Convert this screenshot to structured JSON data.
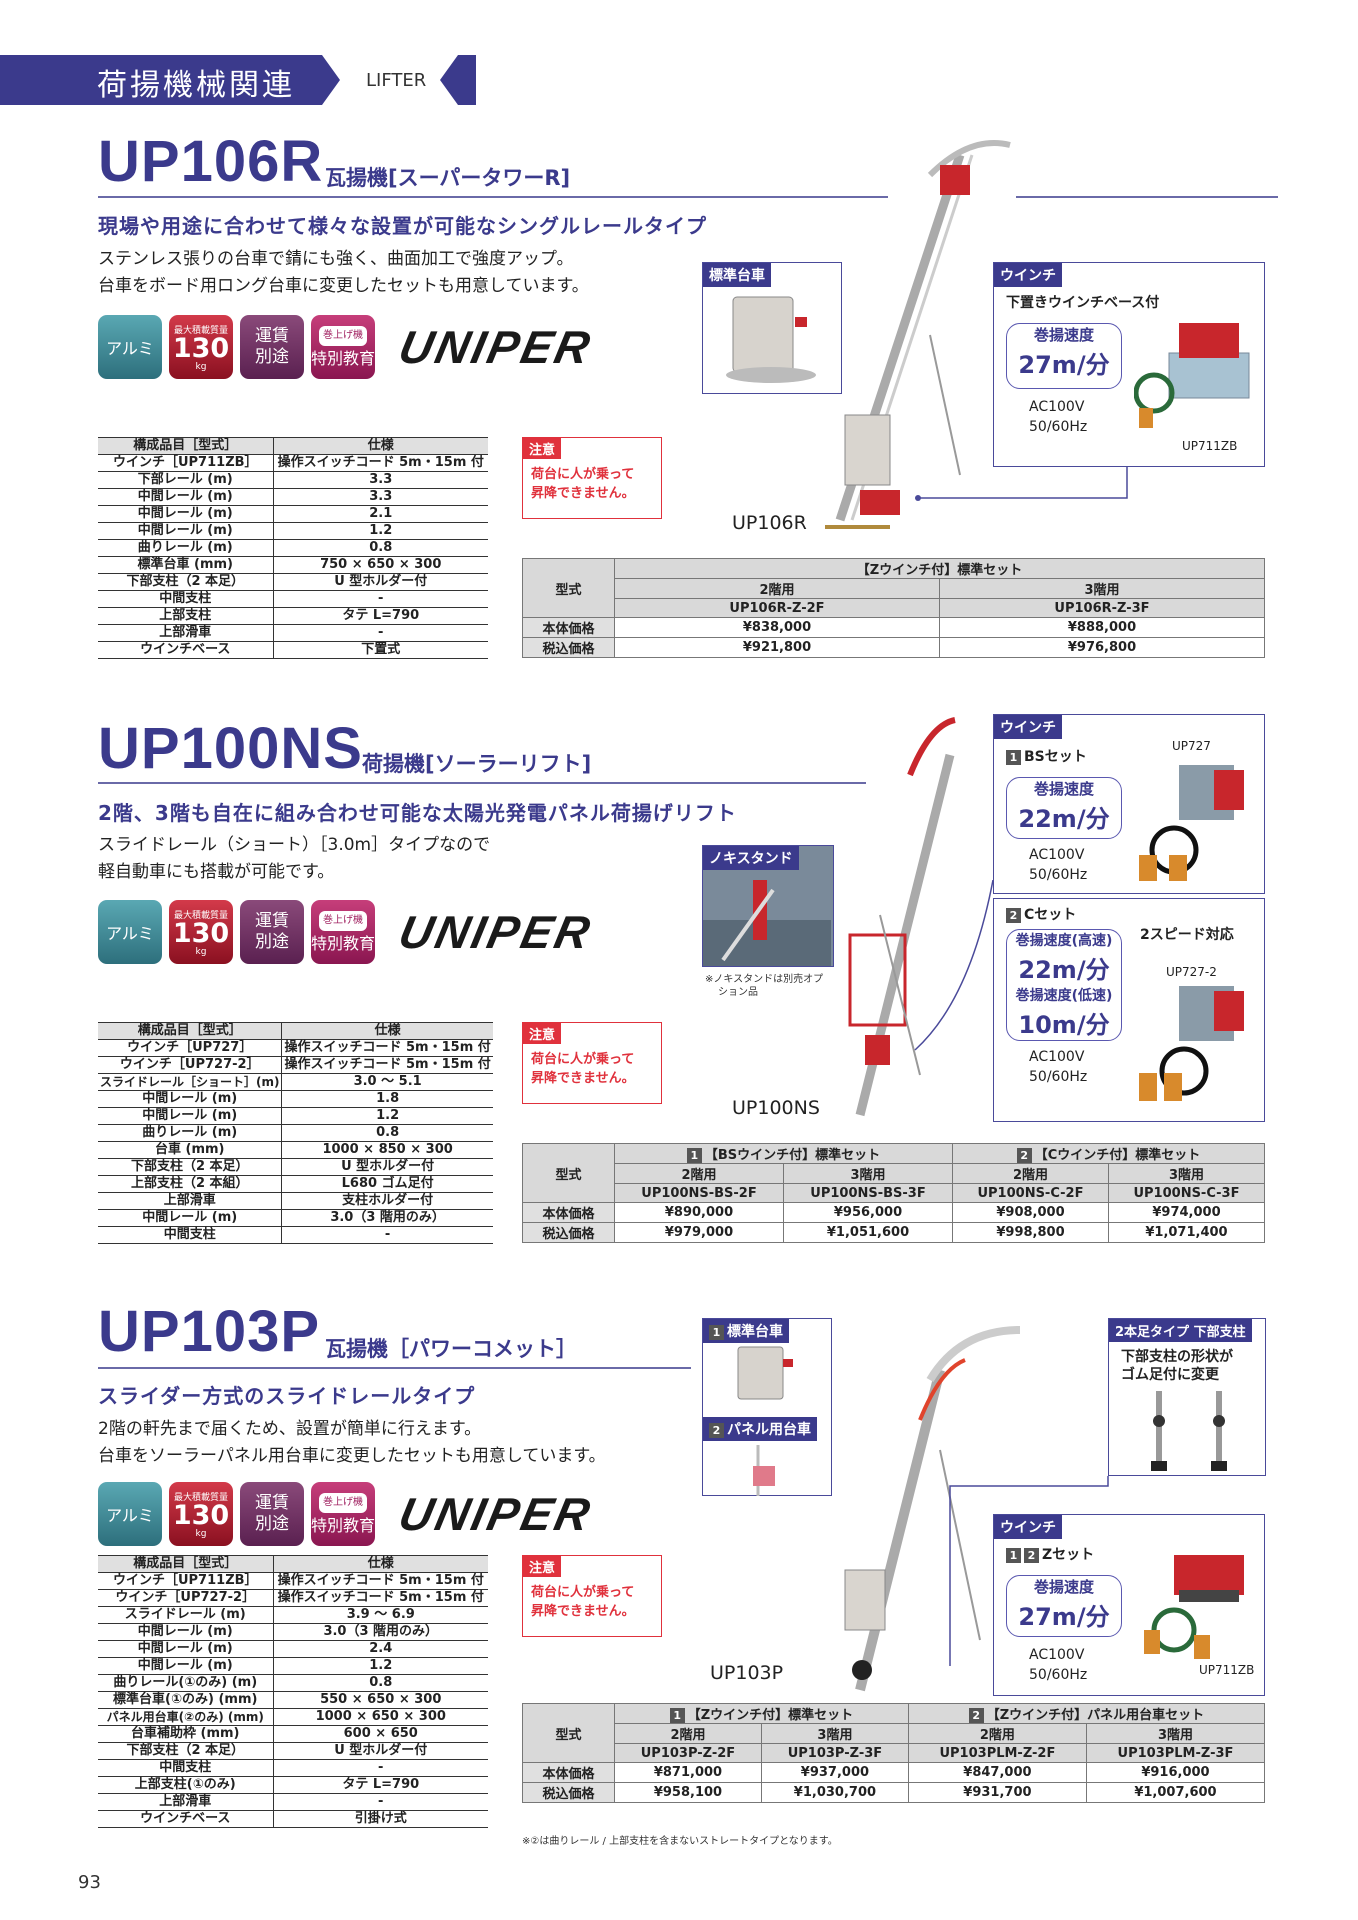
{
  "header": {
    "category": "荷揚機械関連",
    "english": "LIFTER"
  },
  "badges": {
    "alu": "アルミ",
    "weight_label": "最大積載質量",
    "weight_value": "130",
    "weight_unit": "kg",
    "ship1": "運賃",
    "ship2": "別途",
    "edu_tag": "巻上げ機",
    "edu": "特別教育",
    "logo": "UNIPER"
  },
  "note": {
    "head": "注意",
    "text1": "荷台に人が乗って",
    "text2": "昇降できません。"
  },
  "spec_headers": {
    "item": "構成品目［型式］",
    "spec": "仕様"
  },
  "price_labels": {
    "model": "型式",
    "base": "本体価格",
    "tax": "税込価格",
    "f2": "2階用",
    "f3": "3階用"
  },
  "s1": {
    "model": "UP106R",
    "sub": "瓦揚機[スーパータワーR]",
    "tagline": "現場や用途に合わせて様々な設置が可能なシングルレールタイプ",
    "desc1": "ステンレス張りの台車で錆にも強く、曲面加工で強度アップ。",
    "desc2": "台車をボード用ロング台車に変更したセットも用意しています。",
    "spec": [
      [
        "ウインチ［UP711ZB］",
        "操作スイッチコード 5m・15m 付"
      ],
      [
        "下部レール (m)",
        "3.3"
      ],
      [
        "中間レール (m)",
        "3.3"
      ],
      [
        "中間レール (m)",
        "2.1"
      ],
      [
        "中間レール (m)",
        "1.2"
      ],
      [
        "曲りレール (m)",
        "0.8"
      ],
      [
        "標準台車 (mm)",
        "750 × 650 × 300"
      ],
      [
        "下部支柱（2 本足）",
        "U 型ホルダー付"
      ],
      [
        "中間支柱",
        "-"
      ],
      [
        "上部支柱",
        "タテ L=790"
      ],
      [
        "上部滑車",
        "-"
      ],
      [
        "ウインチベース",
        "下置式"
      ]
    ],
    "cart_label": "標準台車",
    "winch_label": "ウインチ",
    "winch_sub": "下置きウインチベース付",
    "speed_label": "巻揚速度",
    "speed_val": "27m/分",
    "power1": "AC100V",
    "power2": "50/60Hz",
    "winch_model": "UP711ZB",
    "photo_label": "UP106R",
    "price_head": "【Zウインチ付】標準セット",
    "models": [
      "UP106R-Z-2F",
      "UP106R-Z-3F"
    ],
    "base": [
      "¥838,000",
      "¥888,000"
    ],
    "tax": [
      "¥921,800",
      "¥976,800"
    ]
  },
  "s2": {
    "model": "UP100NS",
    "sub": "荷揚機[ソーラーリフト]",
    "tagline": "2階、3階も自在に組み合わせ可能な太陽光発電パネル荷揚げリフト",
    "desc1": "スライドレール（ショート）［3.0m］タイプなので",
    "desc2": "軽自動車にも搭載が可能です。",
    "spec": [
      [
        "ウインチ［UP727］",
        "操作スイッチコード 5m・15m 付"
      ],
      [
        "ウインチ［UP727-2］",
        "操作スイッチコード 5m・15m 付"
      ],
      [
        "スライドレール［ショート］(m)",
        "3.0 ～ 5.1"
      ],
      [
        "中間レール (m)",
        "1.8"
      ],
      [
        "中間レール (m)",
        "1.2"
      ],
      [
        "曲りレール (m)",
        "0.8"
      ],
      [
        "台車 (mm)",
        "1000 × 850 × 300"
      ],
      [
        "下部支柱（2 本足）",
        "U 型ホルダー付"
      ],
      [
        "上部支柱（2 本組）",
        "L680 ゴム足付"
      ],
      [
        "上部滑車",
        "支柱ホルダー付"
      ],
      [
        "中間レール (m)",
        "3.0（3 階用のみ）"
      ],
      [
        "中間支柱",
        "-"
      ]
    ],
    "nokistand": "ノキスタンド",
    "noki_note1": "※ノキスタンドは別売オプ",
    "noki_note2": "ション品",
    "winch_label": "ウインチ",
    "bs_set": "BSセット",
    "bs_model": "UP727",
    "speed_label": "巻揚速度",
    "bs_speed": "22m/分",
    "power1": "AC100V",
    "power2": "50/60Hz",
    "c_set": "Cセット",
    "two_speed": "2スピード対応",
    "hi_label": "巻揚速度(高速)",
    "hi_speed": "22m/分",
    "lo_label": "巻揚速度(低速)",
    "lo_speed": "10m/分",
    "c_model": "UP727-2",
    "photo_label": "UP100NS",
    "price_head1": "【BSウインチ付】標準セット",
    "price_head2": "【Cウインチ付】標準セット",
    "models": [
      "UP100NS-BS-2F",
      "UP100NS-BS-3F",
      "UP100NS-C-2F",
      "UP100NS-C-3F"
    ],
    "base": [
      "¥890,000",
      "¥956,000",
      "¥908,000",
      "¥974,000"
    ],
    "tax": [
      "¥979,000",
      "¥1,051,600",
      "¥998,800",
      "¥1,071,400"
    ]
  },
  "s3": {
    "model": "UP103P",
    "sub": "瓦揚機［パワーコメット］",
    "tagline": "スライダー方式のスライドレールタイプ",
    "desc1": "2階の軒先まで届くため、設置が簡単に行えます。",
    "desc2": "台車をソーラーパネル用台車に変更したセットも用意しています。",
    "spec": [
      [
        "ウインチ［UP711ZB］",
        "操作スイッチコード 5m・15m 付"
      ],
      [
        "ウインチ［UP727-2］",
        "操作スイッチコード 5m・15m 付"
      ],
      [
        "スライドレール (m)",
        "3.9 ～ 6.9"
      ],
      [
        "中間レール (m)",
        "3.0（3 階用のみ）"
      ],
      [
        "中間レール (m)",
        "2.4"
      ],
      [
        "中間レール (m)",
        "1.2"
      ],
      [
        "曲りレール(①のみ) (m)",
        "0.8"
      ],
      [
        "標準台車(①のみ) (mm)",
        "550 × 650 × 300"
      ],
      [
        "パネル用台車(②のみ) (mm)",
        "1000 × 650 × 300"
      ],
      [
        "台車補助枠 (mm)",
        "600 × 650"
      ],
      [
        "下部支柱（2 本足）",
        "U 型ホルダー付"
      ],
      [
        "中間支柱",
        "-"
      ],
      [
        "上部支柱(①のみ)",
        "タテ L=790"
      ],
      [
        "上部滑車",
        "-"
      ],
      [
        "ウインチベース",
        "引掛け式"
      ]
    ],
    "cart_label": "標準台車",
    "panel_label": "パネル用台車",
    "support_label": "2本足タイプ 下部支柱",
    "support_text1": "下部支柱の形状が",
    "support_text2": "ゴム足付に変更",
    "winch_label": "ウインチ",
    "z_set": "Zセット",
    "speed_label": "巻揚速度",
    "speed_val": "27m/分",
    "power1": "AC100V",
    "power2": "50/60Hz",
    "winch_model": "UP711ZB",
    "photo_label": "UP103P",
    "price_head1": "【Zウインチ付】標準セット",
    "price_head2": "【Zウインチ付】パネル用台車セット",
    "models": [
      "UP103P-Z-2F",
      "UP103P-Z-3F",
      "UP103PLM-Z-2F",
      "UP103PLM-Z-3F"
    ],
    "base": [
      "¥871,000",
      "¥937,000",
      "¥847,000",
      "¥916,000"
    ],
    "tax": [
      "¥958,100",
      "¥1,030,700",
      "¥931,700",
      "¥1,007,600"
    ],
    "footnote": "※②は曲りレール / 上部支柱を含まないストレートタイプとなります。"
  },
  "page_number": "93",
  "colors": {
    "accent": "#3b3a8c",
    "warn": "#e0313c"
  }
}
